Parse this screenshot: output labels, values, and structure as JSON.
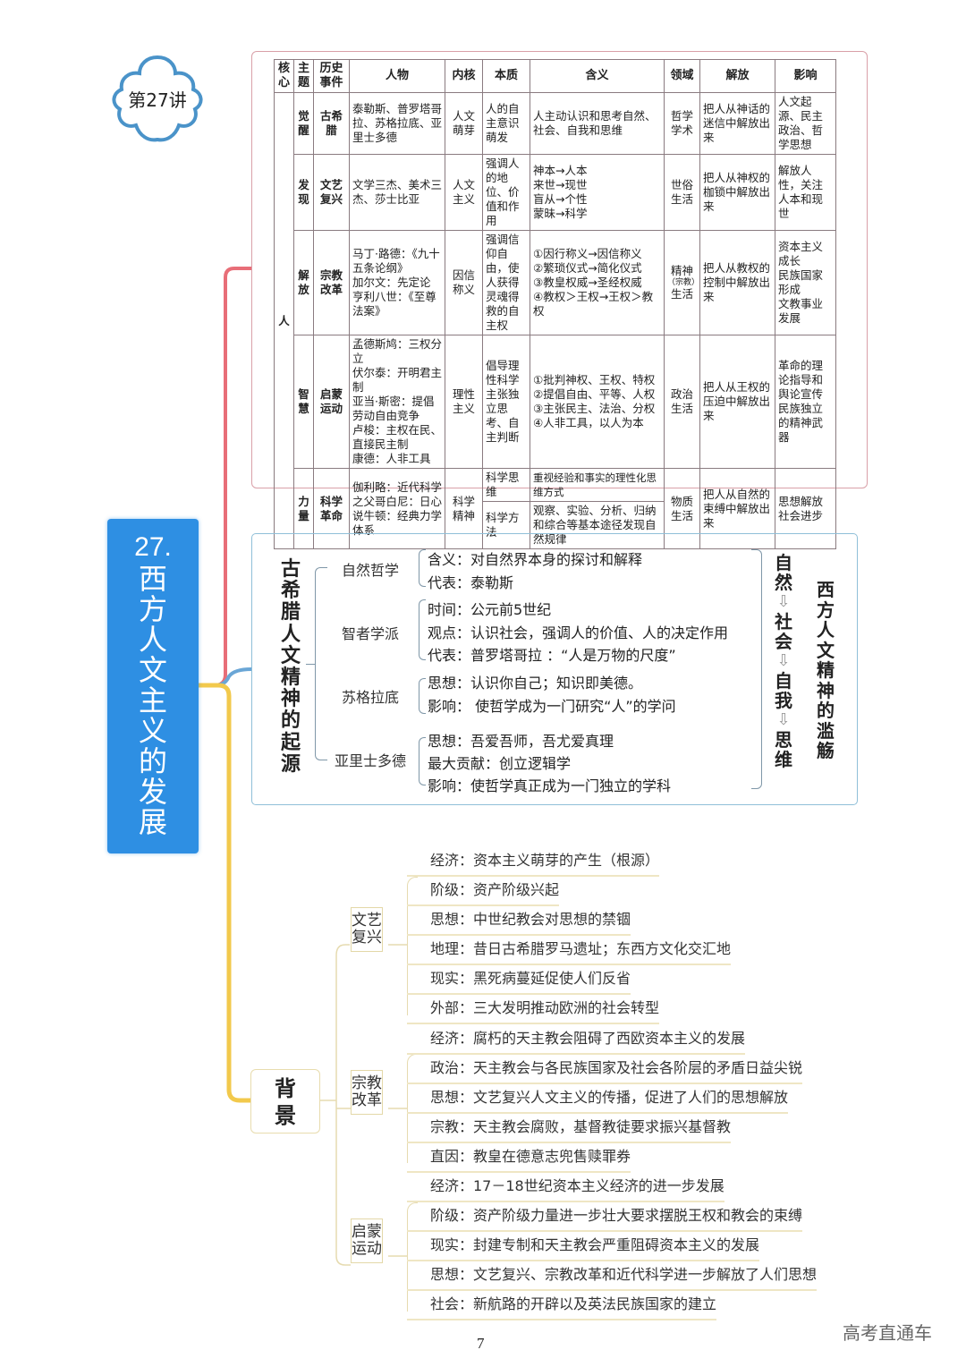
{
  "badge": {
    "label": "第27讲"
  },
  "central": {
    "number": "27.",
    "title": "西方人文主义的发展"
  },
  "table": {
    "headers": [
      "核心",
      "主题",
      "历史事件",
      "人物",
      "内核",
      "本质",
      "含义",
      "领域",
      "解放",
      "影响"
    ],
    "core": "人",
    "rows": [
      {
        "theme": "觉醒",
        "event": "古希腊",
        "people": "泰勒斯、普罗塔哥拉、苏格拉底、亚里士多德",
        "kernel": "人文萌芽",
        "essence": "人的自主意识萌发",
        "meaning": "人主动认识和思考自然、社会、自我和思维",
        "domain": "哲学学术",
        "liberation": "把人从神话的迷信中解放出来",
        "impact": "人文起源、民主政治、哲学思想"
      },
      {
        "theme": "发现",
        "event": "文艺复兴",
        "people": "文学三杰、美术三杰、莎士比亚",
        "kernel": "人文主义",
        "essence": "强调人的地位、价值和作用",
        "meaning": "神本→人本\n来世→现世\n盲从→个性\n蒙昧→科学",
        "domain": "世俗生活",
        "liberation": "把人从神权的枷锁中解放出来",
        "impact": "解放人性，关注人本和现世"
      },
      {
        "theme": "解放",
        "event": "宗教改革",
        "people": "马丁·路德：《九十五条论纲》\n加尔文：先定论\n亨利八世：《至尊法案》",
        "kernel": "因信称义",
        "essence": "强调信仰自由，使人获得灵魂得救的自主权",
        "meaning": "①因行称义→因信称义\n②繁琐仪式→简化仪式\n③教皇权威→圣经权威\n④教权＞王权→王权＞教权",
        "domain": "精神",
        "domain_note": "（宗教）",
        "domain_tail": "生活",
        "liberation": "把人从教权的控制中解放出来",
        "impact": "资本主义成长\n民族国家形成\n文教事业发展"
      },
      {
        "theme": "智慧",
        "event": "启蒙运动",
        "people": "孟德斯鸠：三权分立\n伏尔泰：开明君主制\n亚当·斯密：提倡劳动自由竞争\n卢梭：主权在民、直接民主制\n康德：人非工具",
        "kernel": "理性主义",
        "essence": "倡导理性科学主张独立思考、自主判断",
        "meaning": "①批判神权、王权、特权\n②提倡自由、平等、人权\n③主张民主、法治、分权\n④人非工具，以人为本",
        "domain": "政治生活",
        "liberation": "把人从王权的压迫中解放出来",
        "impact": "革命的理论指导和舆论宣传民族独立的精神武器"
      },
      {
        "theme": "力量",
        "event": "科学革命",
        "people": "伽利略：近代科学之父哥白尼：日心说牛顿：经典力学体系",
        "kernel": "科学精神",
        "essence_a": "科学思维",
        "meaning_a": "重视经验和事实的理性化思维方式",
        "essence_b": "科学方法",
        "meaning_b": "观察、实验、分析、归纳和综合等基本途径发现自然规律",
        "domain": "物质生活",
        "liberation": "把人从自然的束缚中解放出来",
        "impact": "思想解放社会进步"
      }
    ]
  },
  "origin": {
    "title": "古希腊人文精神的起源",
    "branches": [
      {
        "name": "自然哲学",
        "items": [
          "含义：对自然界本身的探讨和解释",
          "代表：泰勒斯"
        ]
      },
      {
        "name": "智者学派",
        "items": [
          "时间：公元前5世纪",
          "观点：认识社会，强调人的价值、人的决定作用",
          "代表：普罗塔哥拉 ：“人是万物的尺度”"
        ]
      },
      {
        "name": "苏格拉底",
        "items": [
          "思想：认识你自己；知识即美德。",
          "影响： 使哲学成为一门研究“人”的学问"
        ]
      },
      {
        "name": "亚里士多德",
        "items": [
          "思想：吾爱吾师，吾尤爱真理",
          "最大贡献：创立逻辑学",
          "影响：使哲学真正成为一门独立的学科"
        ]
      }
    ],
    "flow": [
      "自然",
      "社会",
      "自我",
      "思维"
    ],
    "flow_arrow": "⇩",
    "summary": "西方人文精神的滥觞"
  },
  "background": {
    "title": "背景",
    "groups": [
      {
        "name": "文艺复兴",
        "items": [
          "经济：资本主义萌芽的产生（根源）",
          "阶级：资产阶级兴起",
          "思想：中世纪教会对思想的禁锢",
          "地理：昔日古希腊罗马遗址；东西方文化交汇地",
          "现实：黑死病蔓延促使人们反省",
          "外部：三大发明推动欧洲的社会转型"
        ]
      },
      {
        "name": "宗教改革",
        "items": [
          "经济：腐朽的天主教会阻碍了西欧资本主义的发展",
          "政治：天主教会与各民族国家及社会各阶层的矛盾日益尖锐",
          "思想：文艺复兴人文主义的传播，促进了人们的思想解放",
          "宗教：天主教会腐败，基督教徒要求振兴基督教",
          "直因：教皇在德意志兜售赎罪券"
        ]
      },
      {
        "name": "启蒙运动",
        "items": [
          "经济：17－18世纪资本主义经济的进一步发展",
          "阶级：资产阶级力量进一步壮大要求摆脱王权和教会的束缚",
          "现实：封建专制和天主教会严重阻碍资本主义的发展",
          "思想：文艺复兴、宗教改革和近代科学进一步解放了人们思想",
          "社会：新航路的开辟以及英法民族国家的建立"
        ]
      }
    ]
  },
  "footer": {
    "page_number": "7",
    "watermark": "高考直通车"
  },
  "colors": {
    "central_bg": "#2e8fe3",
    "branch_red": "#e86e78",
    "branch_blue": "#6aa6d6",
    "branch_yellow": "#f2c94c",
    "table_frame": "#d9a0a8",
    "origin_frame": "#8fbfd8"
  }
}
